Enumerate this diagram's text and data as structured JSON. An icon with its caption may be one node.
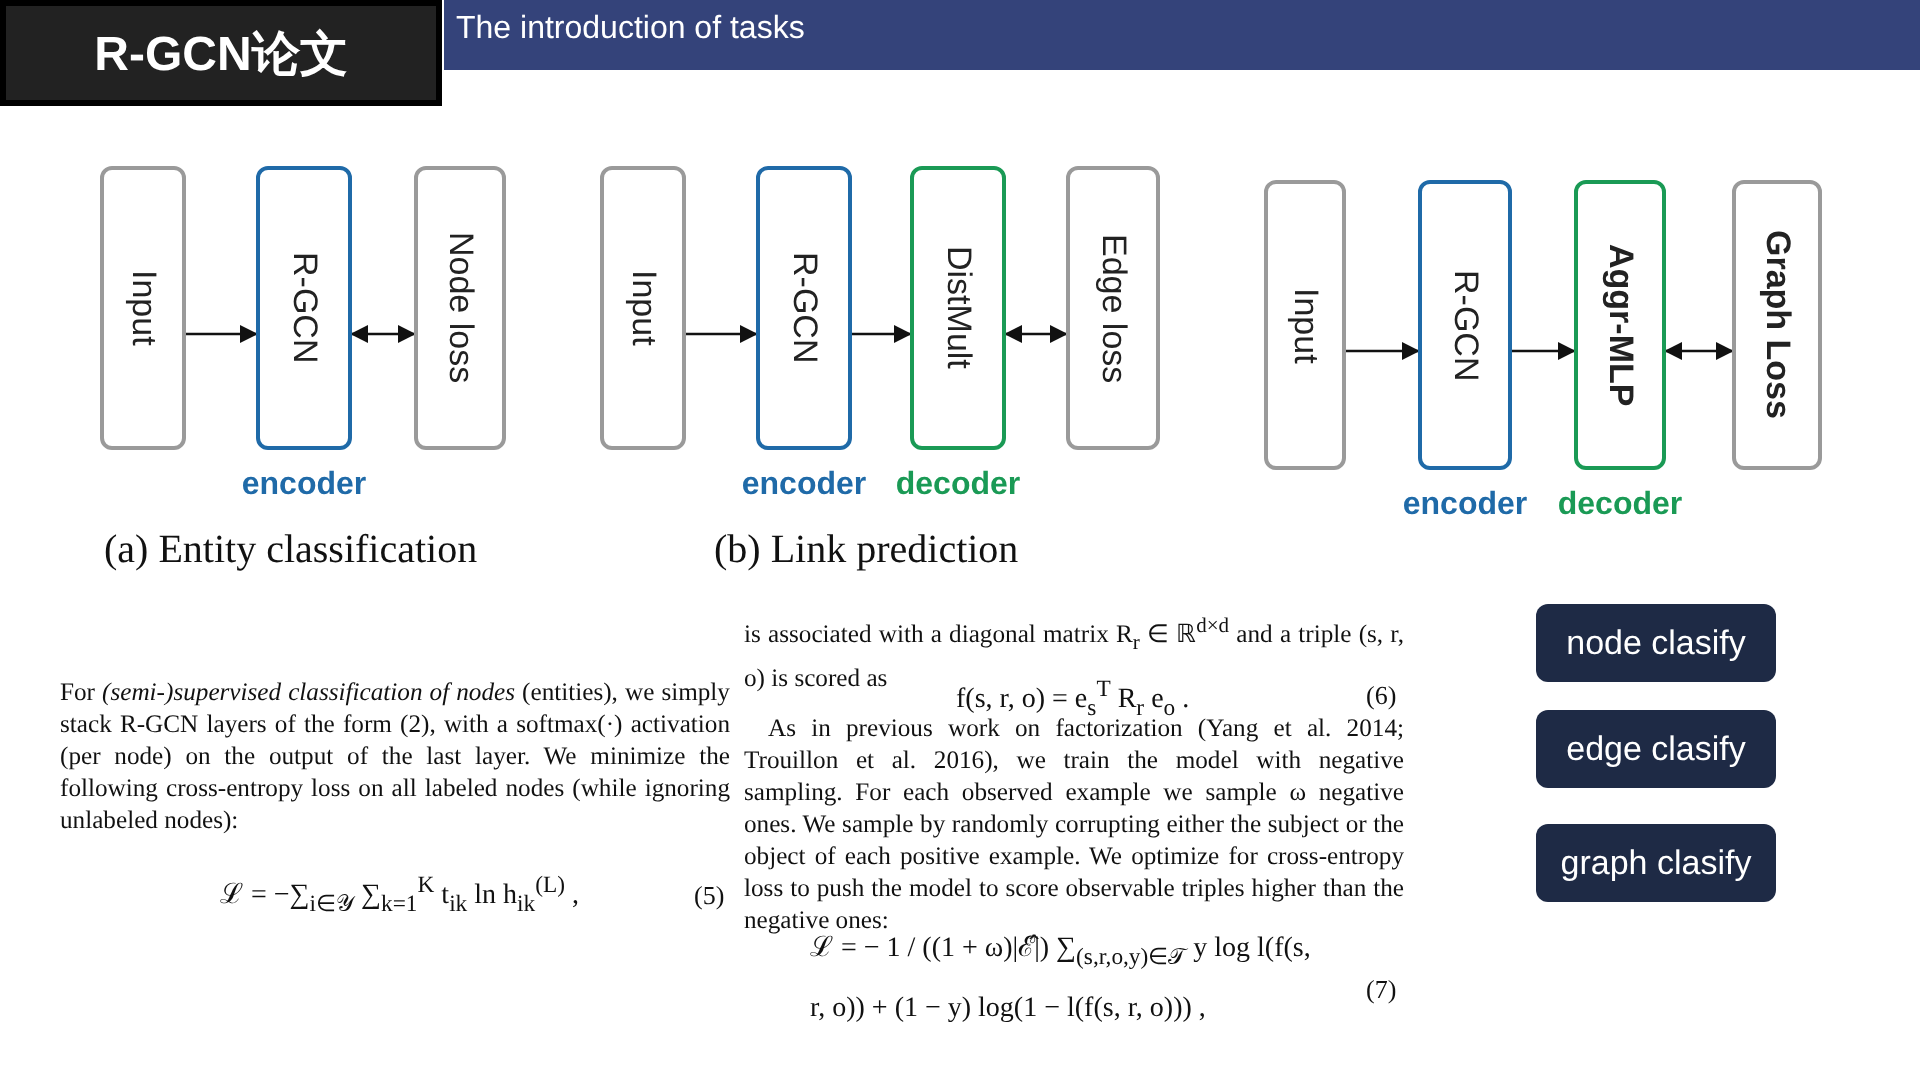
{
  "diagram": {
    "title": "R-GCN论文",
    "nodes": [
      {
        "text": [
          "Input"
        ]
      },
      {
        "text": [
          "R-GCN"
        ],
        "beside": [
          "encoder"
        ]
      },
      {
        "text": [
          "Node loss"
        ]
      },
      {
        "text": [
          "Input"
        ]
      },
      {
        "text": [
          "R-GCN"
        ],
        "beside": [
          "encoder"
        ]
      },
      {
        "text": [
          "DistMult"
        ],
        "beside": [
          "decoder"
        ]
      },
      {
        "text": [
          "Edge loss"
        ]
      },
      {
        "text": [
          "Input"
        ]
      },
      {
        "text": [
          "R-GCN"
        ],
        "beside": [
          "encoder"
        ]
      },
      {
        "text": [
          "Aggr-MLP"
        ],
        "beside": [
          "decoder"
        ]
      },
      {
        "text": [
          "Graph Loss"
        ]
      },
      {
        "text": [
          "node clasify"
        ]
      },
      {
        "text": [
          "edge clasify"
        ]
      },
      {
        "text": [
          "graph clasify"
        ]
      }
    ],
    "edges": [
      {
        "from": 0,
        "to": 1,
        "arrow": "to"
      },
      {
        "from": 1,
        "to": 2,
        "arrow": "both"
      },
      {
        "from": 3,
        "to": 4,
        "arrow": "to"
      },
      {
        "from": 4,
        "to": 5,
        "arrow": "to"
      },
      {
        "from": 5,
        "to": 6,
        "arrow": "both"
      },
      {
        "from": 7,
        "to": 8,
        "arrow": "to"
      },
      {
        "from": 8,
        "to": 9,
        "arrow": "to"
      },
      {
        "from": 9,
        "to": 10,
        "arrow": "both"
      }
    ],
    "labels": [
      "The introduction of tasks",
      "(a) Entity classification",
      "(b) Link prediction",
      "For *(semi-)supervised classification of nodes* (entities), we simply stack R-GCN layers of the form (2), with a softmax(·) activation (per node) on the output of the last layer. We minimize the following cross-entropy loss on all labeled nodes (while ignoring unlabeled nodes):",
      "ℒ = −∑$_{i∈𝒴}$ ∑$_{k=1}$$^{K}$ t$_{ik}$ ln h$_{ik}$$^{(L)}$ ,",
      "(5)",
      "is associated with a diagonal matrix R$_{r}$ ∈ ℝ$^{d×d}$ and a triple (s, r, o) is scored as",
      "f(s, r, o) = e$_{s}$$^{T}$ R$_{r}$ e$_{o}$ .",
      "(6)",
      "As in previous work on factorization (Yang et al. 2014; Trouillon et al. 2016), we train the model with negative sampling. For each observed example we sample ω negative ones. We sample by randomly corrupting either the subject or the object of each positive example. We optimize for cross-entropy loss to push the model to score observable triples higher than the negative ones:",
      "ℒ = − 1 / ((1 + ω)|ℰ̂|) ∑$_{(s,r,o,y)∈𝒯}$ y log l(f(s, r, o)) + (1 − y) log(1 − l(f(s, r, o))) ,",
      "(7)"
    ]
  }
}
